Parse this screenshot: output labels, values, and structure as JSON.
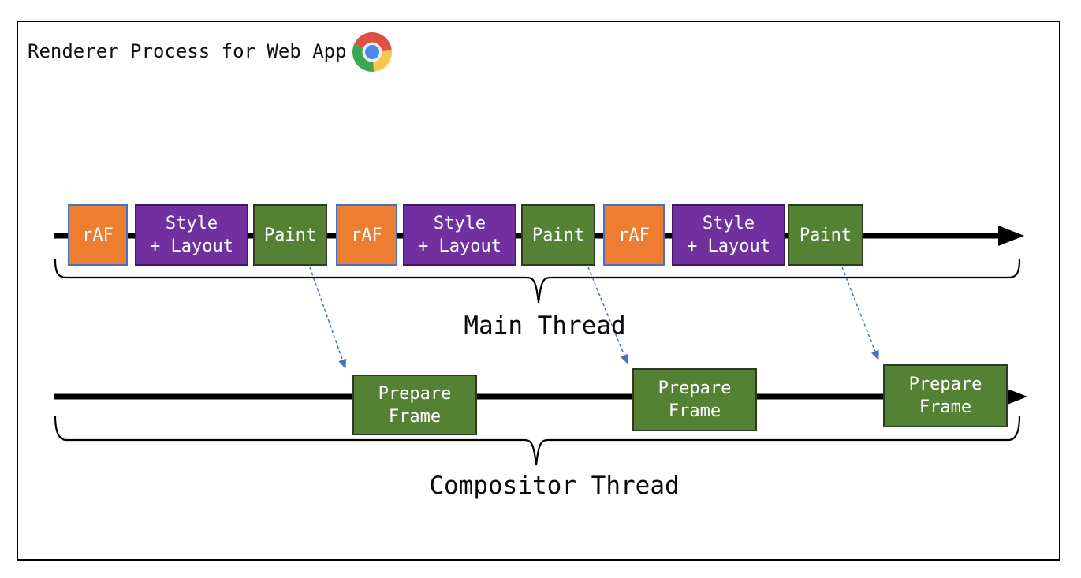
{
  "title": "Renderer Process for Web App",
  "header_icon": "chrome-logo",
  "main_thread": {
    "label": "Main Thread",
    "blocks": [
      {
        "type": "raf",
        "lines": [
          "rAF"
        ]
      },
      {
        "type": "style-layout",
        "lines": [
          "Style",
          "+ Layout"
        ]
      },
      {
        "type": "paint",
        "lines": [
          "Paint"
        ]
      },
      {
        "type": "raf",
        "lines": [
          "rAF"
        ]
      },
      {
        "type": "style-layout",
        "lines": [
          "Style",
          "+ Layout"
        ]
      },
      {
        "type": "paint",
        "lines": [
          "Paint"
        ]
      },
      {
        "type": "raf",
        "lines": [
          "rAF"
        ]
      },
      {
        "type": "style-layout",
        "lines": [
          "Style",
          "+ Layout"
        ]
      },
      {
        "type": "paint",
        "lines": [
          "Paint"
        ]
      }
    ]
  },
  "compositor_thread": {
    "label": "Compositor Thread",
    "blocks": [
      {
        "type": "prepare-frame",
        "lines": [
          "Prepare",
          "Frame"
        ]
      },
      {
        "type": "prepare-frame",
        "lines": [
          "Prepare",
          "Frame"
        ]
      },
      {
        "type": "prepare-frame",
        "lines": [
          "Prepare",
          "Frame"
        ]
      }
    ]
  },
  "arrows": [
    {
      "from": "paint-1",
      "to": "prepare-frame-1"
    },
    {
      "from": "paint-2",
      "to": "prepare-frame-2"
    },
    {
      "from": "paint-3",
      "to": "prepare-frame-3"
    }
  ],
  "colors": {
    "raf_fill": "#ED7D31",
    "raf_border": "#4472C4",
    "style_layout_fill": "#7030A0",
    "style_layout_border": "#431862",
    "paint_fill": "#548235",
    "paint_border": "#2f3a20",
    "prepare_frame_fill": "#548235",
    "prepare_frame_border": "#2f3a20",
    "connector_arrow": "#4472C4",
    "timeline": "#000000"
  }
}
